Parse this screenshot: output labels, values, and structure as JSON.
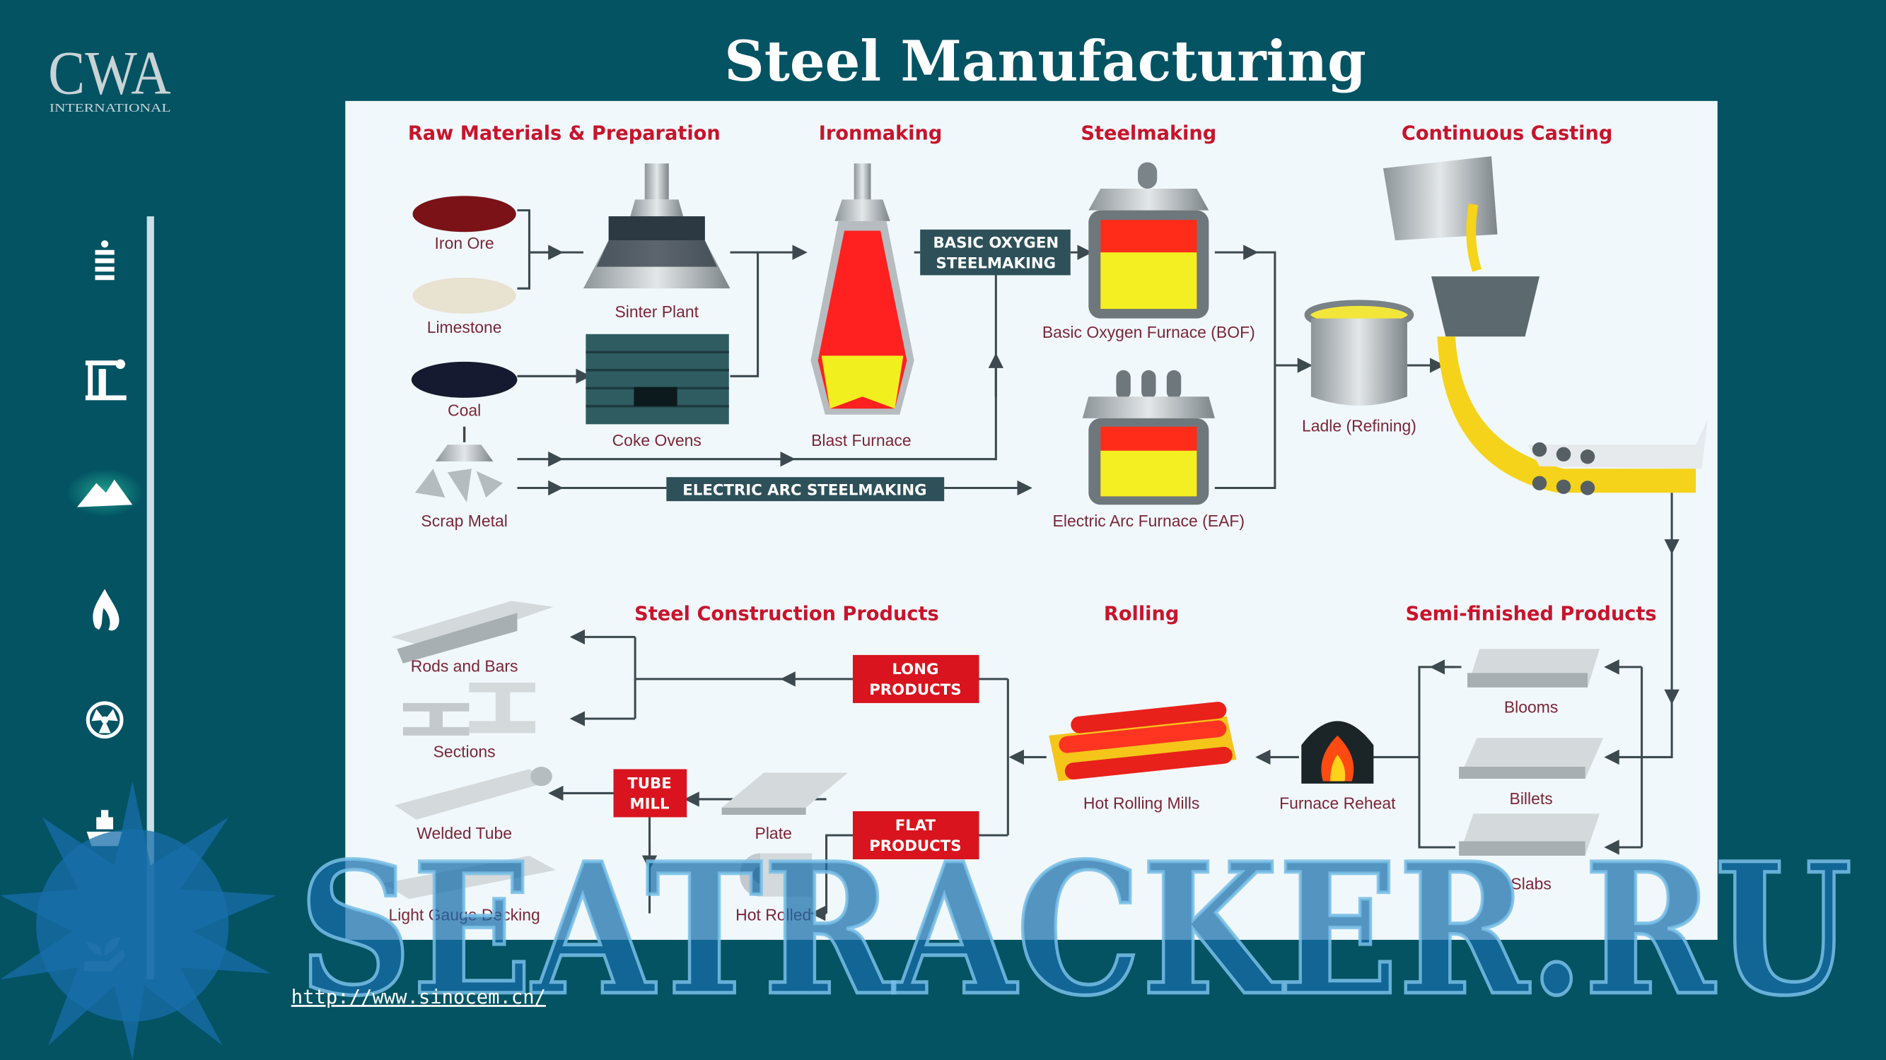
{
  "title": "Steel Manufacturing",
  "logo": {
    "main": "CWA",
    "sub": "INTERNATIONAL"
  },
  "source_link": "http://www.sinocem.cn/",
  "watermark": "SEATRACKER.RU",
  "sidebar": {
    "icons": [
      "wheat-icon",
      "oil-pump-icon",
      "mountain-icon",
      "flame-icon",
      "nuclear-icon",
      "ship-icon",
      "plant-hand-icon"
    ],
    "active": "mountain-icon",
    "active_glow": "#1fa38e"
  },
  "colors": {
    "background": "#035363",
    "panel": "#f1f8fb",
    "heading": "#c8142c",
    "label": "#7a2638",
    "dark_box": "#2e5059",
    "red_box": "#d9141e"
  },
  "diagram": {
    "sections": {
      "raw": "Raw Materials & Preparation",
      "iron": "Ironmaking",
      "steel": "Steelmaking",
      "casting": "Continuous Casting",
      "construction": "Steel Construction Products",
      "rolling": "Rolling",
      "semi": "Semi-finished Products"
    },
    "labels": {
      "iron_ore": "Iron Ore",
      "limestone": "Limestone",
      "coal": "Coal",
      "scrap": "Scrap Metal",
      "sinter": "Sinter Plant",
      "coke": "Coke Ovens",
      "blast": "Blast Furnace",
      "bof": "Basic Oxygen Furnace (BOF)",
      "eaf": "Electric Arc Furnace (EAF)",
      "ladle": "Ladle (Refining)",
      "blooms": "Blooms",
      "billets": "Billets",
      "slabs": "Slabs",
      "hot_rolling": "Hot Rolling Mills",
      "reheat": "Furnace Reheat",
      "rods": "Rods and Bars",
      "sections": "Sections",
      "welded": "Welded Tube",
      "decking": "Light Gauge Decking",
      "plate": "Plate",
      "hot_rolled": "Hot Rolled"
    },
    "boxes": {
      "bos_1": "BASIC OXYGEN",
      "bos_2": "STEELMAKING",
      "eas": "ELECTRIC ARC STEELMAKING",
      "long_1": "LONG",
      "long_2": "PRODUCTS",
      "tube_1": "TUBE",
      "tube_2": "MILL",
      "flat_1": "FLAT",
      "flat_2": "PRODUCTS"
    }
  }
}
